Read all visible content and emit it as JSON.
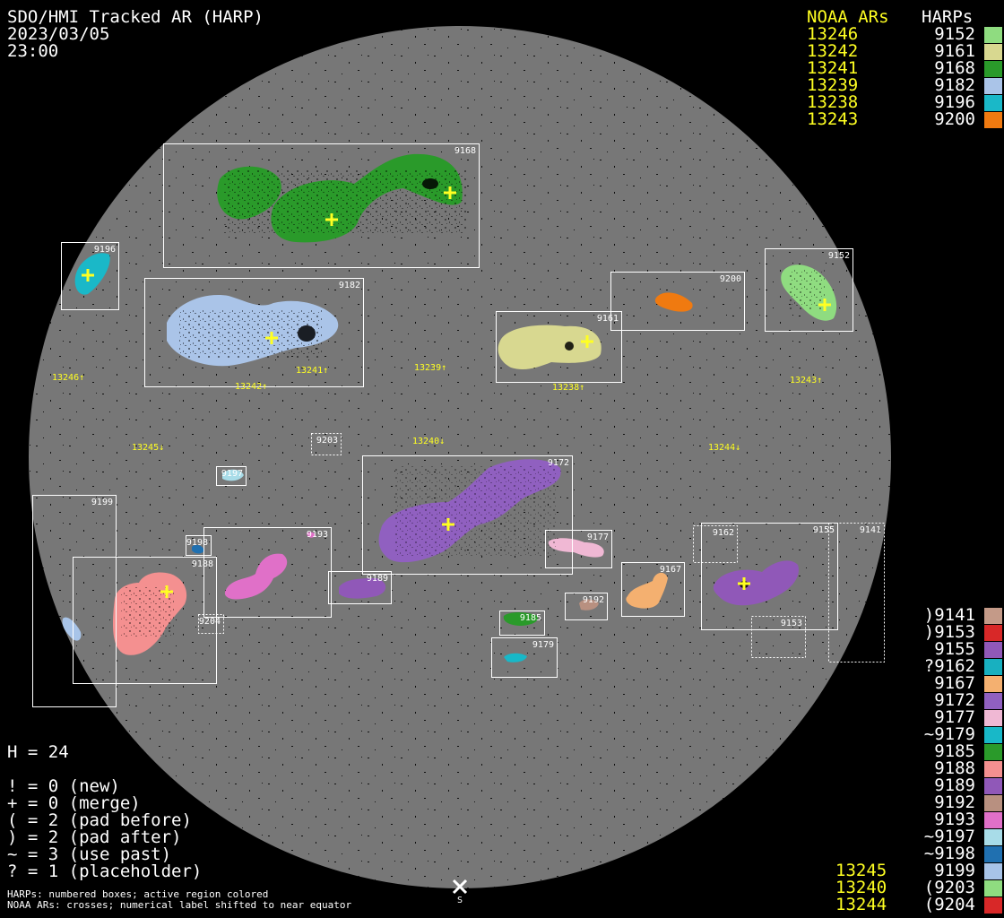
{
  "header": {
    "title": "SDO/HMI Tracked AR (HARP)",
    "date": "2023/03/05",
    "time": "23:00"
  },
  "legend_top": {
    "noaa_header": "NOAA ARs",
    "harp_header": "HARPs",
    "rows": [
      {
        "noaa": "13246",
        "harp": "9152",
        "color": "#8fdc80"
      },
      {
        "noaa": "13242",
        "harp": "9161",
        "color": "#d8d890"
      },
      {
        "noaa": "13241",
        "harp": "9168",
        "color": "#2a9a2a"
      },
      {
        "noaa": "13239",
        "harp": "9182",
        "color": "#aac4e8"
      },
      {
        "noaa": "13238",
        "harp": "9196",
        "color": "#1ab8c8"
      },
      {
        "noaa": "13243",
        "harp": "9200",
        "color": "#f07a10"
      }
    ]
  },
  "legend_bottom": {
    "rows": [
      {
        "noaa": "",
        "harp": ")9141",
        "color": "#c49a88"
      },
      {
        "noaa": "",
        "harp": ")9153",
        "color": "#d82828"
      },
      {
        "noaa": "",
        "harp": "9155",
        "color": "#9058b8"
      },
      {
        "noaa": "",
        "harp": "?9162",
        "color": "#18b0c0"
      },
      {
        "noaa": "",
        "harp": "9167",
        "color": "#f4b070"
      },
      {
        "noaa": "",
        "harp": "9172",
        "color": "#9060c0"
      },
      {
        "noaa": "",
        "harp": "9177",
        "color": "#f0b8d4"
      },
      {
        "noaa": "",
        "harp": "~9179",
        "color": "#18b8c8"
      },
      {
        "noaa": "",
        "harp": "9185",
        "color": "#2a9a2a"
      },
      {
        "noaa": "",
        "harp": "9188",
        "color": "#f49090"
      },
      {
        "noaa": "",
        "harp": "9189",
        "color": "#9058b8"
      },
      {
        "noaa": "",
        "harp": "9192",
        "color": "#b89080"
      },
      {
        "noaa": "",
        "harp": "9193",
        "color": "#e070c8"
      },
      {
        "noaa": "",
        "harp": "~9197",
        "color": "#a8dce8"
      },
      {
        "noaa": "",
        "harp": "~9198",
        "color": "#2070b0"
      },
      {
        "noaa": "13245",
        "harp": "9199",
        "color": "#a8c4e8"
      },
      {
        "noaa": "13240",
        "harp": "(9203",
        "color": "#8fdc80"
      },
      {
        "noaa": "13244",
        "harp": "(9204",
        "color": "#d82828"
      }
    ]
  },
  "stats": {
    "h_line": "H = 24",
    "lines": [
      "! = 0 (new)",
      "+ = 0 (merge)",
      "( = 2 (pad before)",
      ") = 2 (pad after)",
      "~ = 3 (use past)",
      "? = 1 (placeholder)"
    ]
  },
  "footnote": {
    "line1": "HARPs: numbered boxes; active region colored",
    "line2": "NOAA ARs: crosses; numerical label shifted to near equator"
  },
  "south_marker": {
    "label": "S"
  },
  "harp_boxes": [
    {
      "id": "9168",
      "dotted": false
    },
    {
      "id": "9196",
      "dotted": false
    },
    {
      "id": "9182",
      "dotted": false
    },
    {
      "id": "9200",
      "dotted": false
    },
    {
      "id": "9152",
      "dotted": false
    },
    {
      "id": "9161",
      "dotted": false
    },
    {
      "id": "9203",
      "dotted": true
    },
    {
      "id": "9197",
      "dotted": false
    },
    {
      "id": "9172",
      "dotted": false
    },
    {
      "id": "9199",
      "dotted": false
    },
    {
      "id": "9198",
      "dotted": false
    },
    {
      "id": "9188",
      "dotted": false
    },
    {
      "id": "9193",
      "dotted": false
    },
    {
      "id": "9189",
      "dotted": false
    },
    {
      "id": "9204",
      "dotted": true
    },
    {
      "id": "9177",
      "dotted": false
    },
    {
      "id": "9167",
      "dotted": false
    },
    {
      "id": "9192",
      "dotted": false
    },
    {
      "id": "9185",
      "dotted": false
    },
    {
      "id": "9179",
      "dotted": false
    },
    {
      "id": "9162",
      "dotted": true
    },
    {
      "id": "9155",
      "dotted": false
    },
    {
      "id": "9141",
      "dotted": true
    },
    {
      "id": "9153",
      "dotted": true
    }
  ],
  "noaa_labels": [
    {
      "id": "13246",
      "arrow": "↑"
    },
    {
      "id": "13242",
      "arrow": "↑"
    },
    {
      "id": "13241",
      "arrow": "↑"
    },
    {
      "id": "13239",
      "arrow": "↑"
    },
    {
      "id": "13238",
      "arrow": "↑"
    },
    {
      "id": "13243",
      "arrow": "↑"
    },
    {
      "id": "13245",
      "arrow": "↓"
    },
    {
      "id": "13240",
      "arrow": "↓"
    },
    {
      "id": "13244",
      "arrow": "↓"
    }
  ]
}
